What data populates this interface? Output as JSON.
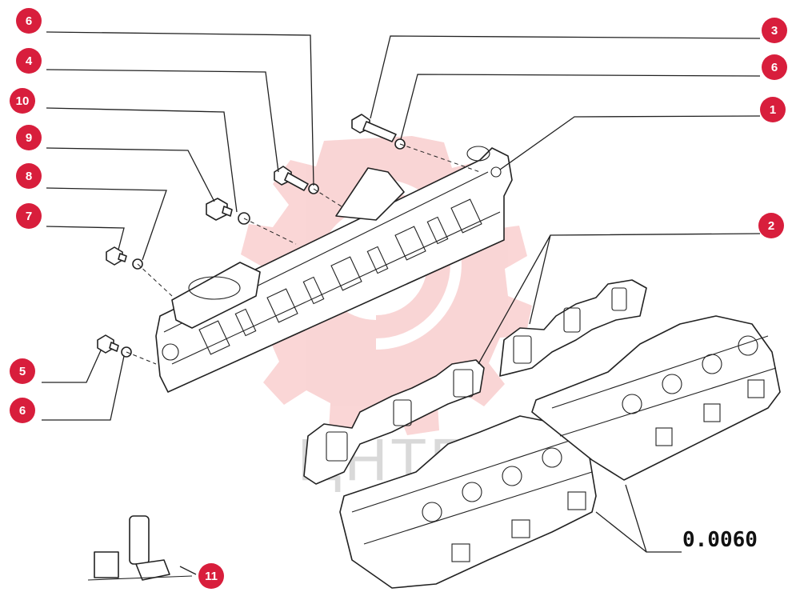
{
  "diagram": {
    "callouts": [
      {
        "id": "c6a",
        "label": "6"
      },
      {
        "id": "c4",
        "label": "4"
      },
      {
        "id": "c10",
        "label": "10"
      },
      {
        "id": "c9",
        "label": "9"
      },
      {
        "id": "c8",
        "label": "8"
      },
      {
        "id": "c7",
        "label": "7"
      },
      {
        "id": "c5",
        "label": "5"
      },
      {
        "id": "c6b",
        "label": "6"
      },
      {
        "id": "c3",
        "label": "3"
      },
      {
        "id": "c6c",
        "label": "6"
      },
      {
        "id": "c1",
        "label": "1"
      },
      {
        "id": "c2",
        "label": "2"
      },
      {
        "id": "c11",
        "label": "11"
      }
    ],
    "reference_number": "0.0060",
    "watermark_text": "ЦНТЕХ",
    "colors": {
      "callout": "#d81e3c",
      "watermark": "#f2a5a5",
      "ink": "#222222"
    }
  }
}
